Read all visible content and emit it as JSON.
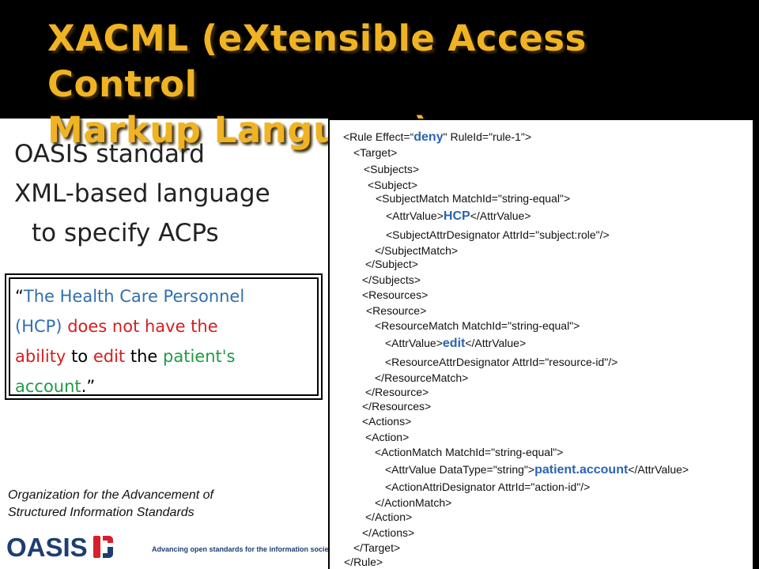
{
  "title": {
    "line1": "XACML (eXtensible Access Control",
    "line2": "Markup Language)"
  },
  "bullets": {
    "line1": "OASIS  standard",
    "line2": "XML-based language",
    "line3": "to specify ACPs"
  },
  "quote": {
    "open_quote": "“",
    "p1": "The Health Care Personnel",
    "p2": "(HCP)",
    "p3": "does not have the",
    "p4": "ability",
    "p5": "to",
    "p6": "edit",
    "p7": "the",
    "p8": "patient's",
    "p9": "account",
    "p10": ".”"
  },
  "caption": {
    "line1": "Organization for the Advancement of",
    "line2": "Structured Information Standards"
  },
  "logo": {
    "wordmark": "OASIS",
    "tagline": "Advancing open standards for the information society"
  },
  "xml": {
    "l1a": "<Rule Effect=“",
    "l1b": "deny",
    "l1c": "\" RuleId=\"rule-1\">",
    "l2": "<Target>",
    "l3": "<Subjects>",
    "l4": "<Subject>",
    "l5": "<SubjectMatch MatchId=\"string-equal\">",
    "l6a": "<AttrValue>",
    "l6b": "HCP",
    "l6c": "</AttrValue>",
    "l7": "<SubjectAttrDesignator AttrId=\"subject:role\"/>",
    "l8": "</SubjectMatch>",
    "l9": "</Subject>",
    "l10": "</Subjects>",
    "l11": "<Resources>",
    "l12": "<Resource>",
    "l13": "<ResourceMatch MatchId=\"string-equal\">",
    "l14a": "<AttrValue>",
    "l14b": "edit",
    "l14c": "</AttrValue>",
    "l15": "<ResourceAttrDesignator AttrId=\"resource-id\"/>",
    "l16": "</ResourceMatch>",
    "l17": "</Resource>",
    "l18": "</Resources>",
    "l19": "<Actions>",
    "l20": "<Action>",
    "l21": "<ActionMatch MatchId=\"string-equal\">",
    "l22a": "<AttrValue DataType=\"string\">",
    "l22b": "patient.account",
    "l22c": "</AttrValue>",
    "l23": "<ActionAttriDesignator AttrId=\"action-id\"/>",
    "l24": "</ActionMatch>",
    "l25": "</Action>",
    "l26": "</Actions>",
    "l27": "</Target>",
    "l28": "</Rule>"
  },
  "colors": {
    "title": "#f0b323",
    "quote_blue": "#2f6fb0",
    "quote_red": "#d42020",
    "quote_green": "#1f9a45",
    "xml_highlight": "#2b63b5",
    "oasis_red": "#d6202d",
    "oasis_navy": "#1d3e73"
  }
}
